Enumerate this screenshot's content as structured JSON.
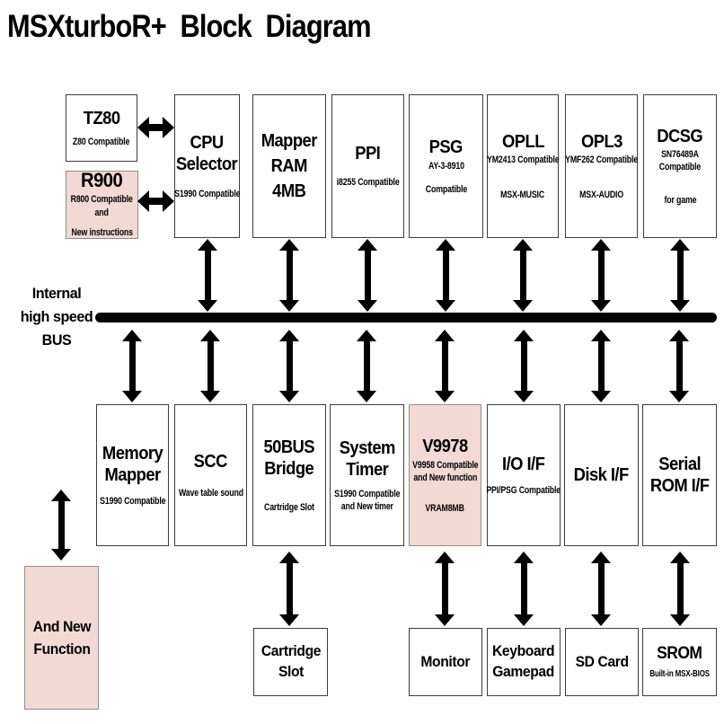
{
  "title": "MSXturboR+ Block Diagram",
  "bus": {
    "label": "Internal\nhigh speed\nBUS"
  },
  "colors": {
    "background": "#ffffff",
    "box_fill": "#ffffff",
    "box_border": "#3c3c3c",
    "highlight_fill": "#f2d9d3",
    "highlight_border": "#8f8f8f",
    "arrow": "#000000"
  },
  "blocks": {
    "tz80": {
      "title": "TZ80",
      "subtitle": "Z80 Compatible"
    },
    "r900": {
      "title": "R900",
      "line1": "R800 Compatible\nand",
      "line2": "New instructions"
    },
    "cpu_selector": {
      "title": "CPU\nSelector",
      "subtitle": "S1990 Compatible"
    },
    "mapper_ram": {
      "title": "Mapper\nRAM\n4MB"
    },
    "ppi": {
      "title": "PPI",
      "subtitle": "i8255 Compatible"
    },
    "psg": {
      "title": "PSG",
      "line1": "AY-3-8910",
      "line2": "Compatible"
    },
    "opll": {
      "title": "OPLL",
      "line1": "YM2413 Compatible",
      "line2": "MSX-MUSIC"
    },
    "opl3": {
      "title": "OPL3",
      "line1": "YMF262 Compatible",
      "line2": "MSX-AUDIO"
    },
    "dcsg": {
      "title": "DCSG",
      "line1": "SN76489A\nCompatible",
      "line2": "for game"
    },
    "memory_mapper": {
      "title": "Memory\nMapper",
      "subtitle": "S1990 Compatible"
    },
    "scc": {
      "title": "SCC",
      "subtitle": "Wave table sound"
    },
    "bus50_bridge": {
      "title": "50BUS\nBridge",
      "subtitle": "Cartridge Slot"
    },
    "system_timer": {
      "title": "System\nTimer",
      "subtitle": "S1990 Compatible\nand New timer"
    },
    "v9978": {
      "title": "V9978",
      "line1": "V9958 Compatible\nand New function",
      "line2": "VRAM8MB"
    },
    "io_if": {
      "title": "I/O I/F",
      "subtitle": "PPI/PSG Compatible"
    },
    "disk_if": {
      "title": "Disk I/F"
    },
    "serial_rom_if": {
      "title": "Serial\nROM I/F"
    },
    "and_new_function": {
      "title": "And New\nFunction"
    },
    "cartridge_slot": {
      "title": "Cartridge\nSlot"
    },
    "monitor": {
      "title": "Monitor"
    },
    "keyboard_gamepad": {
      "title": "Keyboard\nGamepad"
    },
    "sd_card": {
      "title": "SD Card"
    },
    "srom": {
      "title": "SROM",
      "subtitle": "Built-in MSX-BIOS"
    }
  }
}
